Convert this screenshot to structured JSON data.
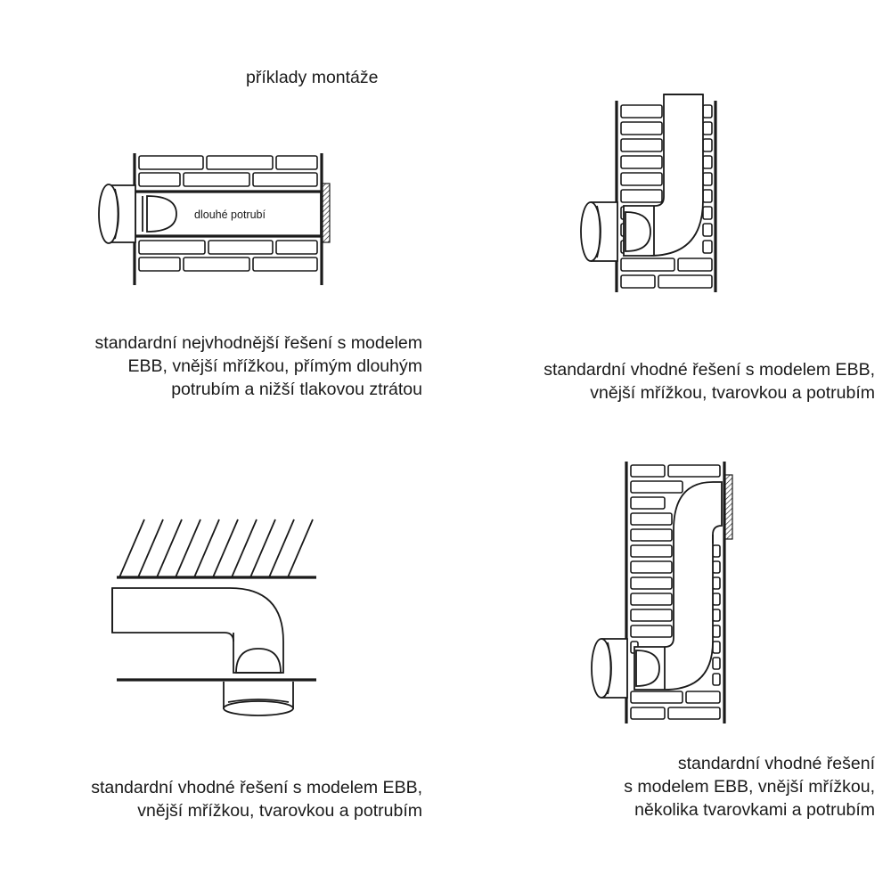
{
  "title": "příklady montáže",
  "pipe_label": "dlouhé potrubí",
  "captions": {
    "top_left": [
      "standardní nejvhodnější řešení s modelem",
      "EBB, vnější mřížkou, přímým dlouhým",
      "potrubím a nižší tlakovou ztrátou"
    ],
    "top_right": [
      "standardní vhodné řešení s modelem EBB,",
      "vnější mřížkou, tvarovkou a potrubím"
    ],
    "bottom_left": [
      "standardní vhodné řešení s modelem EBB,",
      "vnější mřížkou, tvarovkou a potrubím"
    ],
    "bottom_right": [
      "standardní vhodné řešení",
      "s modelem EBB, vnější mřížkou,",
      "několika tvarovkami a potrubím"
    ]
  },
  "colors": {
    "line": "#1a1a1a",
    "background": "#ffffff"
  }
}
